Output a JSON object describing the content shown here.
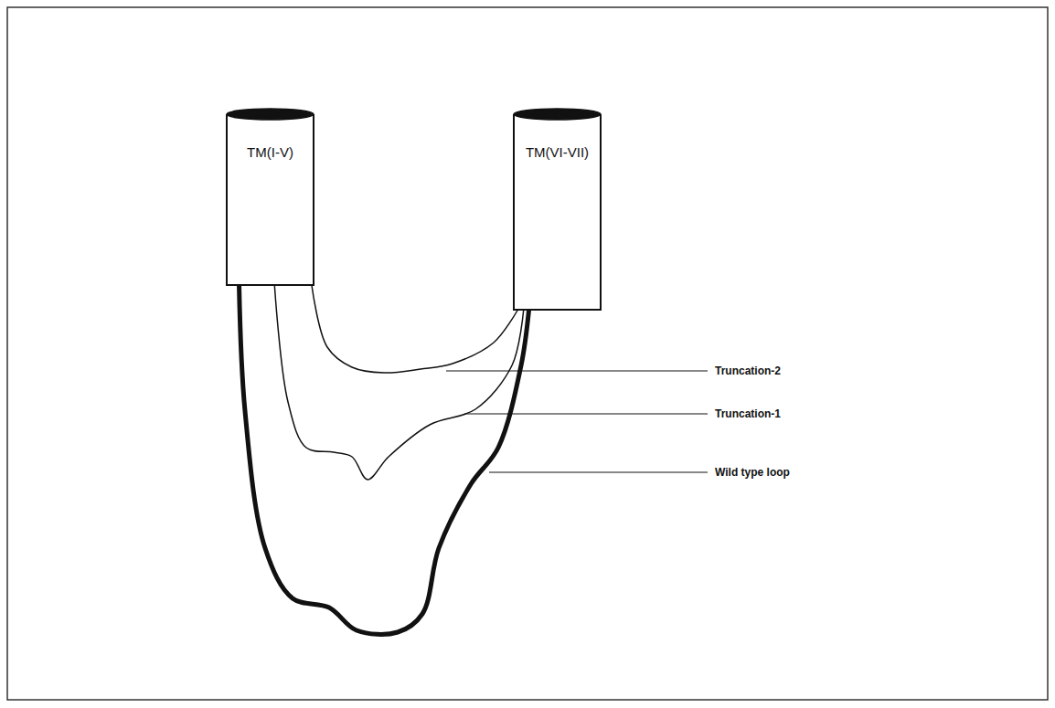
{
  "diagram": {
    "nodes": [
      {
        "text": [
          "TM(I-V)"
        ]
      },
      {
        "text": [
          "TM(VI-VII)"
        ]
      }
    ],
    "edges": [
      {
        "from": 0,
        "to": 1,
        "arrow": "none",
        "label": "Truncation-2"
      },
      {
        "from": 0,
        "to": 1,
        "arrow": "none",
        "label": "Truncation-1"
      },
      {
        "from": 0,
        "to": 1,
        "arrow": "none",
        "label": "Wild type loop"
      }
    ]
  }
}
